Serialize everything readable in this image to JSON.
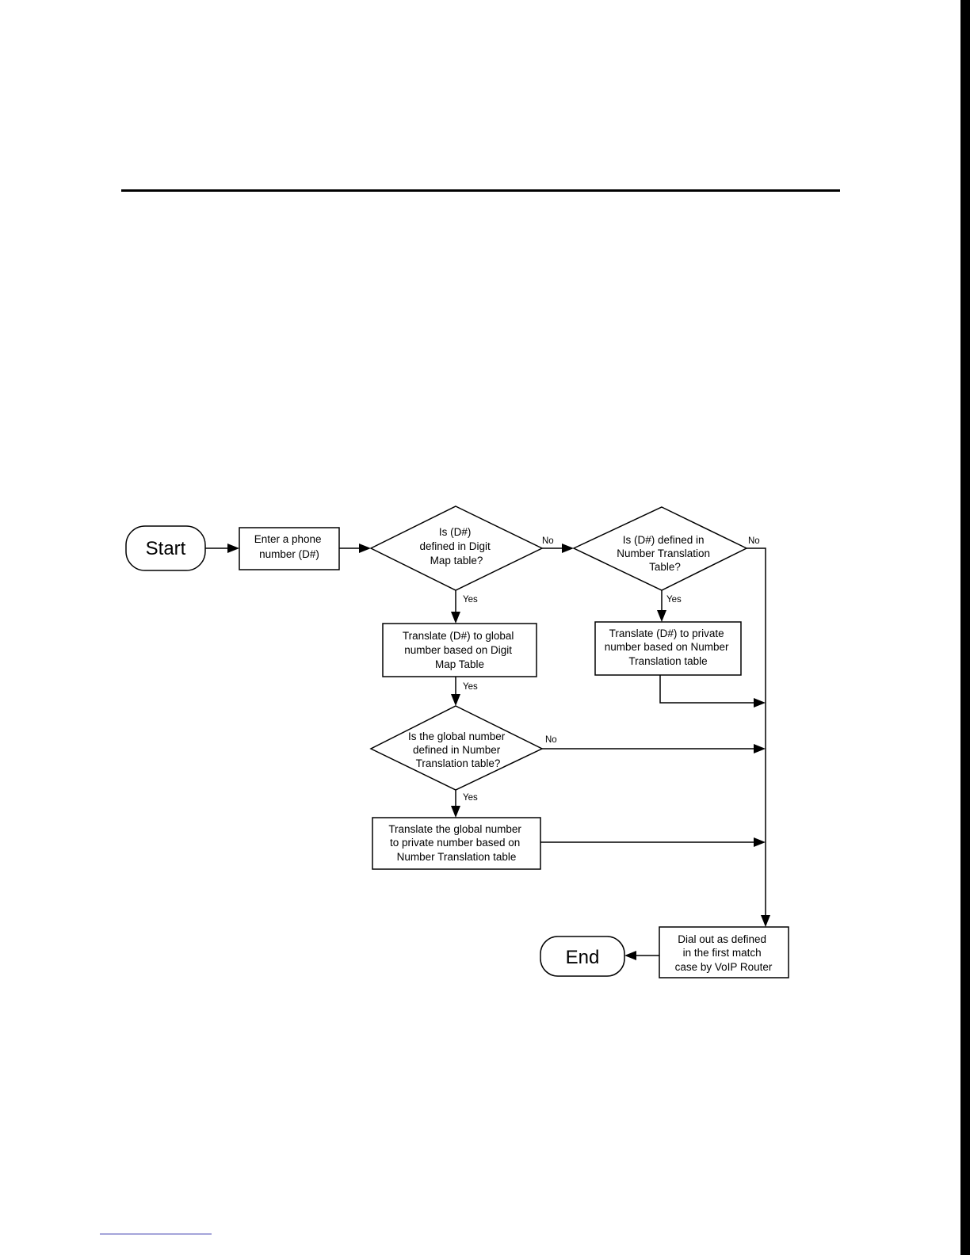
{
  "flowchart": {
    "start": "Start",
    "enter_number": [
      "Enter a phone",
      "number (D#)"
    ],
    "decision_digit_map": [
      "Is (D#)",
      "defined in Digit",
      "Map table?"
    ],
    "decision_number_translation": [
      "Is (D#) defined in",
      "Number Translation",
      "Table?"
    ],
    "translate_global": [
      "Translate (D#) to global",
      "number based on Digit",
      "Map Table"
    ],
    "translate_private": [
      "Translate (D#) to private",
      "number based on Number",
      "Translation table"
    ],
    "decision_global": [
      "Is the global number",
      "defined in Number",
      "Translation table?"
    ],
    "translate_global_to_private": [
      "Translate the global number",
      "to private number based on",
      "Number Translation table"
    ],
    "dial_out": [
      "Dial out as defined",
      "in the first match",
      "case by VoIP Router"
    ],
    "end": "End",
    "edge_labels": {
      "no_1": "No",
      "no_2": "No",
      "no_3": "No",
      "yes_1": "Yes",
      "yes_2": "Yes",
      "yes_3": "Yes",
      "yes_4": "Yes"
    }
  }
}
